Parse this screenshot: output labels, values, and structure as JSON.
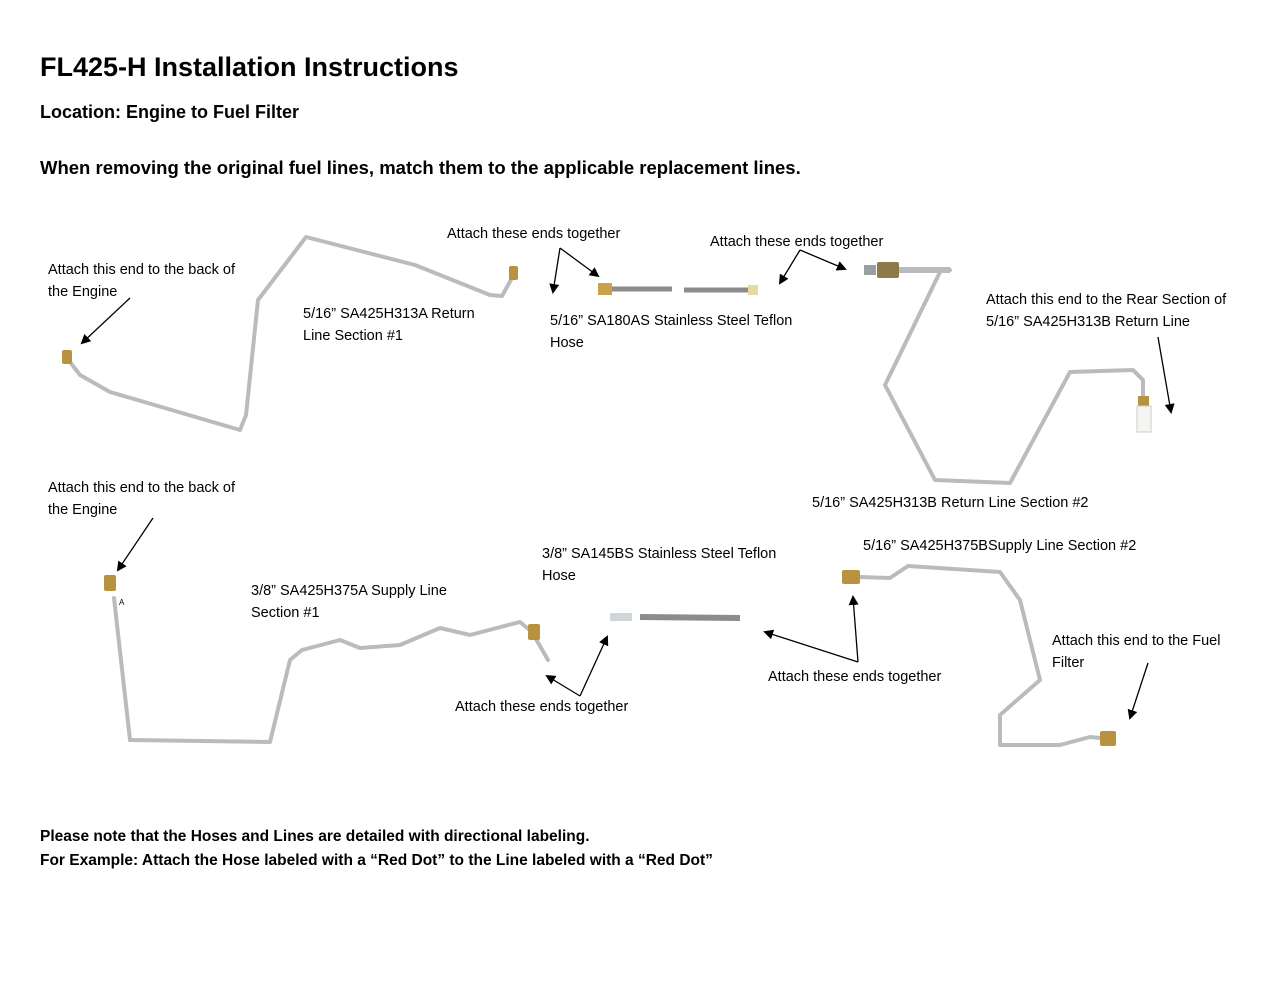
{
  "title": "FL425-H Installation Instructions",
  "location": "Location: Engine to Fuel Filter",
  "instruction": "When removing the original fuel lines, match them to the applicable replacement lines.",
  "labels": {
    "engine_top": [
      "Attach this end to the back of",
      "the Engine"
    ],
    "return_section1": [
      "5/16” SA425H313A Return",
      "Line Section #1"
    ],
    "attach_top1": "Attach these ends together",
    "hose_top": [
      "5/16” SA180AS Stainless Steel Teflon",
      "Hose"
    ],
    "attach_top2": "Attach these ends together",
    "rear_section": [
      "Attach this end to the Rear Section of",
      "5/16” SA425H313B Return Line"
    ],
    "return_section2": "5/16” SA425H313B Return Line Section #2",
    "engine_bottom": [
      "Attach this end to the back of",
      "the Engine"
    ],
    "supply_section1": [
      "3/8” SA425H375A Supply Line",
      "Section #1"
    ],
    "hose_bottom": [
      "3/8” SA145BS Stainless Steel Teflon",
      "Hose"
    ],
    "supply_section2": "5/16” SA425H375BSupply Line Section #2",
    "attach_bottom1": "Attach these ends together",
    "attach_bottom2": "Attach these ends together",
    "fuel_filter": [
      "Attach this end to the Fuel",
      "Filter"
    ],
    "tag_a": "A"
  },
  "notes": [
    "Please note that the Hoses and Lines are detailed with directional labeling.",
    "For Example: Attach the Hose labeled with a “Red Dot” to the Line labeled with a “Red Dot”"
  ],
  "colors": {
    "tube": "#b9bcbd",
    "brass": "#b8923f",
    "hose": "#8a8c8e"
  }
}
